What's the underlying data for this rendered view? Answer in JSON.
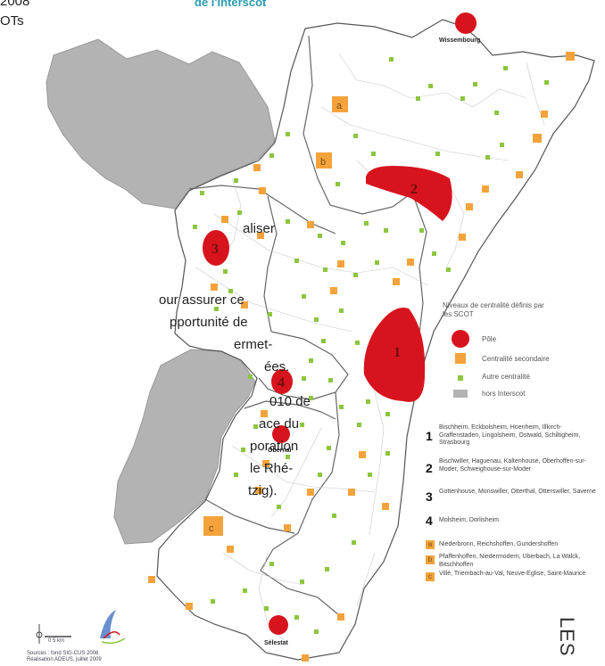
{
  "header": {
    "title_fragment": "de l'Interscot",
    "text_top_1": "2008",
    "text_top_2": "OTs"
  },
  "body_text": {
    "line_aliser": "aliser",
    "lines": [
      "our assurer ce",
      "pportunité de",
      "ermet-",
      "ées.",
      "010 de",
      "ace du",
      "poration",
      "le Rhé-",
      "tzig)."
    ]
  },
  "map": {
    "cities": {
      "wissembourg": "Wissembourg",
      "obernai": "Obernai",
      "selestat": "Sélestat"
    },
    "pole_numbers": [
      "1",
      "2",
      "3",
      "4"
    ],
    "letter_markers": [
      "a",
      "b",
      "c"
    ],
    "colors": {
      "pole": "#d7141d",
      "secondary": "#f4a33c",
      "other": "#8cc63f",
      "outside": "#b3b3b3"
    }
  },
  "legend": {
    "title": "Niveaux de centralité définis par les SCOT",
    "items": [
      {
        "label": "Pôle"
      },
      {
        "label": "Centralité secondaire"
      },
      {
        "label": "Autre centralité"
      },
      {
        "label": "hors Interscot"
      }
    ]
  },
  "pole_list": [
    {
      "num": "1",
      "text": "Bischheim, Eckbolsheim, Hoenheim, Illkirch-Graffenstaden, Lingolsheim, Ostwald, Schiltigheim, Strasbourg"
    },
    {
      "num": "2",
      "text": "Bischwiller, Haguenau, Kaltenhouse, Oberhoffen-sur-Moder, Schweighouse-sur-Moder"
    },
    {
      "num": "3",
      "text": "Gottenhouse, Monswiller, Otterthal, Otterswiller, Saverne"
    },
    {
      "num": "4",
      "text": "Molsheim, Dorlisheim"
    }
  ],
  "secondary_list": [
    {
      "letter": "a",
      "text": "Niederbronn, Reichshoffen, Gundershoffen"
    },
    {
      "letter": "b",
      "text": "Pfaffenhoffen, Niedermodern, Uberbach, La Walck, Bitschhoffen"
    },
    {
      "letter": "c",
      "text": "Villé, Triembach-au-Val, Neuve-Eglise, Saint-Maurice"
    }
  ],
  "sources": {
    "line1": "Sources : fond SIG-CUS 2008",
    "line2": "Réalisation ADEUS, juillet 2009",
    "scale": "0   5 km"
  },
  "side_text": "LES"
}
